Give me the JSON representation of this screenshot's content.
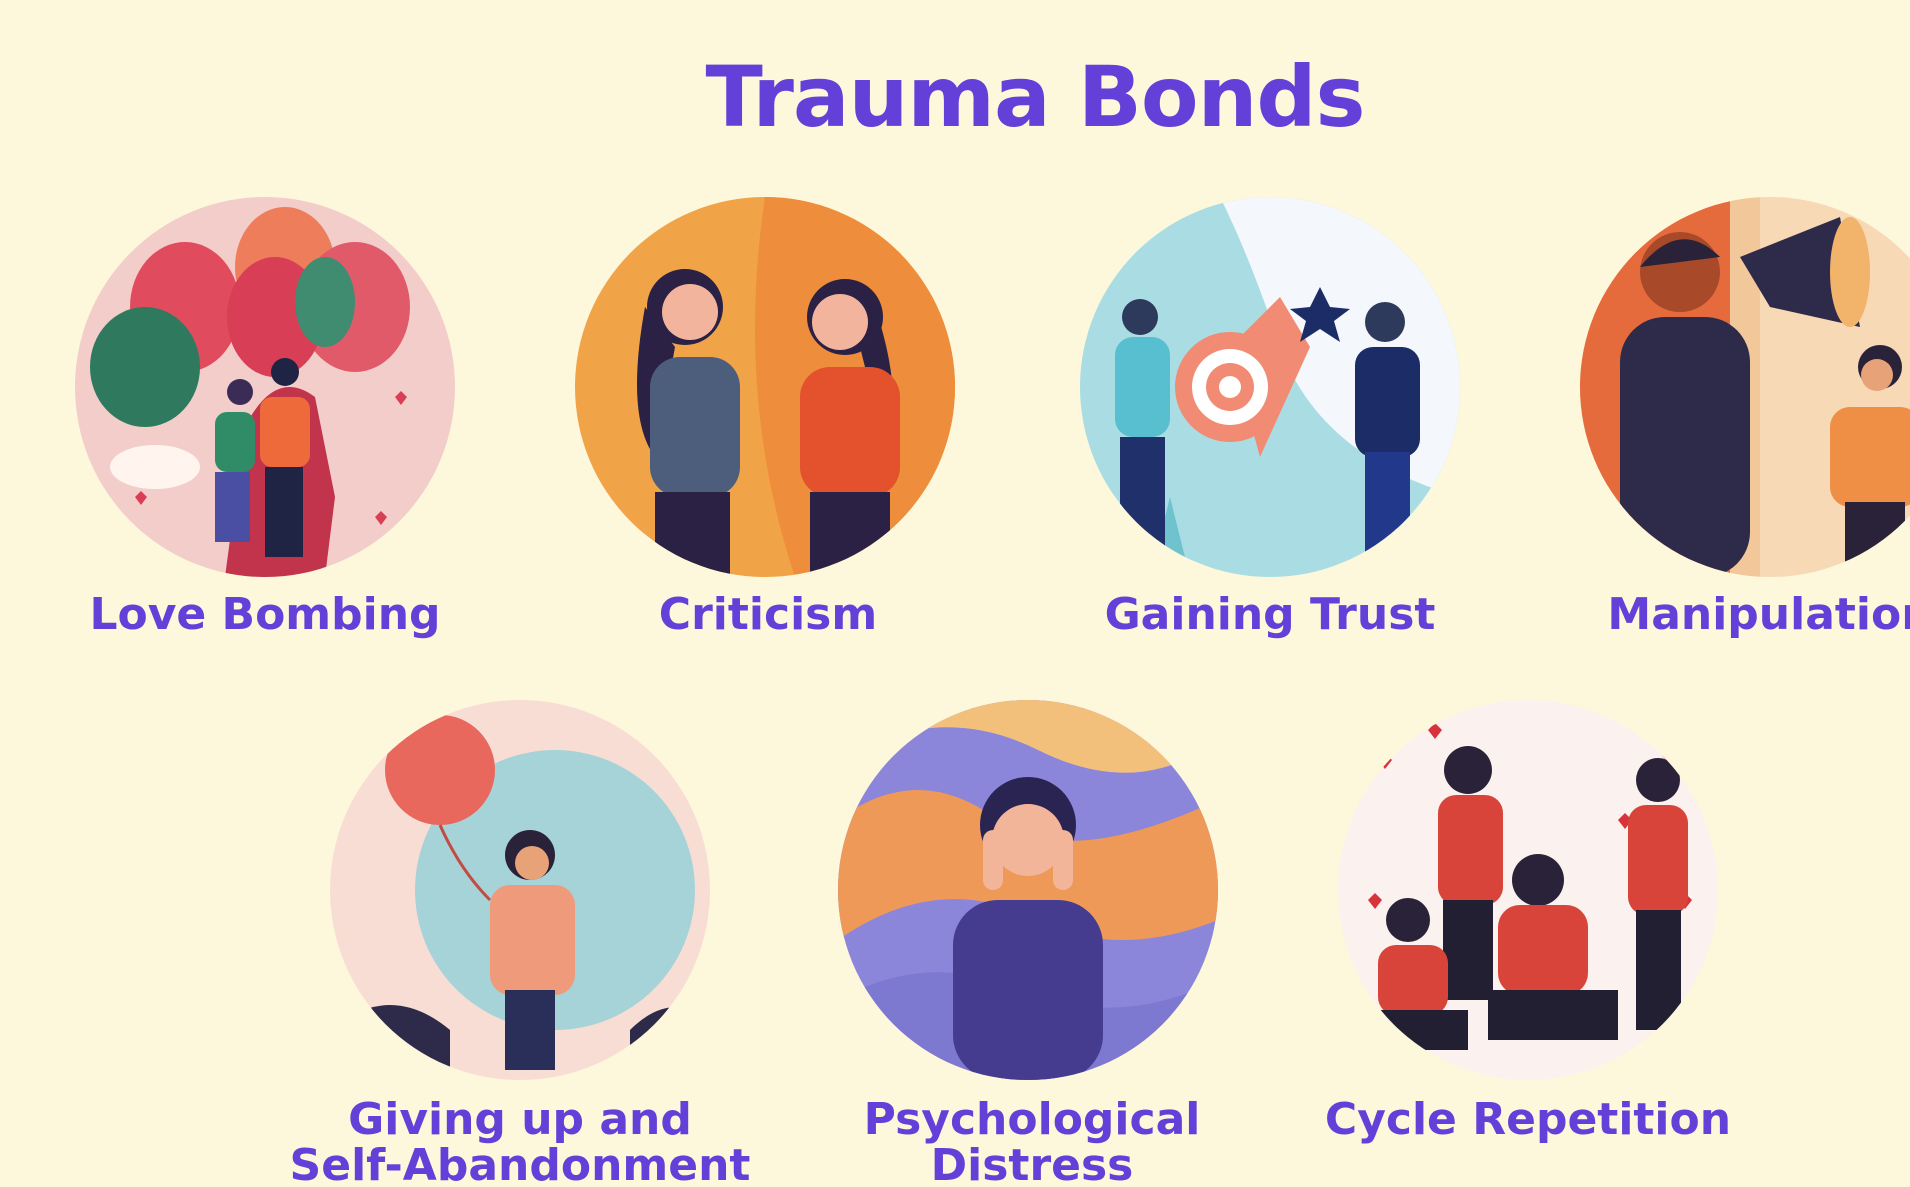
{
  "title": "Trauma Bonds",
  "colors": {
    "background": "#fdf7dc",
    "accent": "#6540d8"
  },
  "stages": [
    {
      "label": "Love Bombing",
      "illustration": "couple-embracing-with-balloons-and-hearts"
    },
    {
      "label": "Criticism",
      "illustration": "two-women-facing-each-other"
    },
    {
      "label": "Gaining Trust",
      "illustration": "two-people-holding-target-symbol"
    },
    {
      "label": "Manipulation",
      "illustration": "man-with-megaphone-over-woman"
    },
    {
      "label": "Giving up and\nSelf-Abandonment",
      "illustration": "woman-with-balloon-head-down"
    },
    {
      "label": "Psychological\nDistress",
      "illustration": "woman-holding-head-in-distress"
    },
    {
      "label": "Cycle Repetition",
      "illustration": "group-of-distressed-women-with-hearts"
    }
  ]
}
